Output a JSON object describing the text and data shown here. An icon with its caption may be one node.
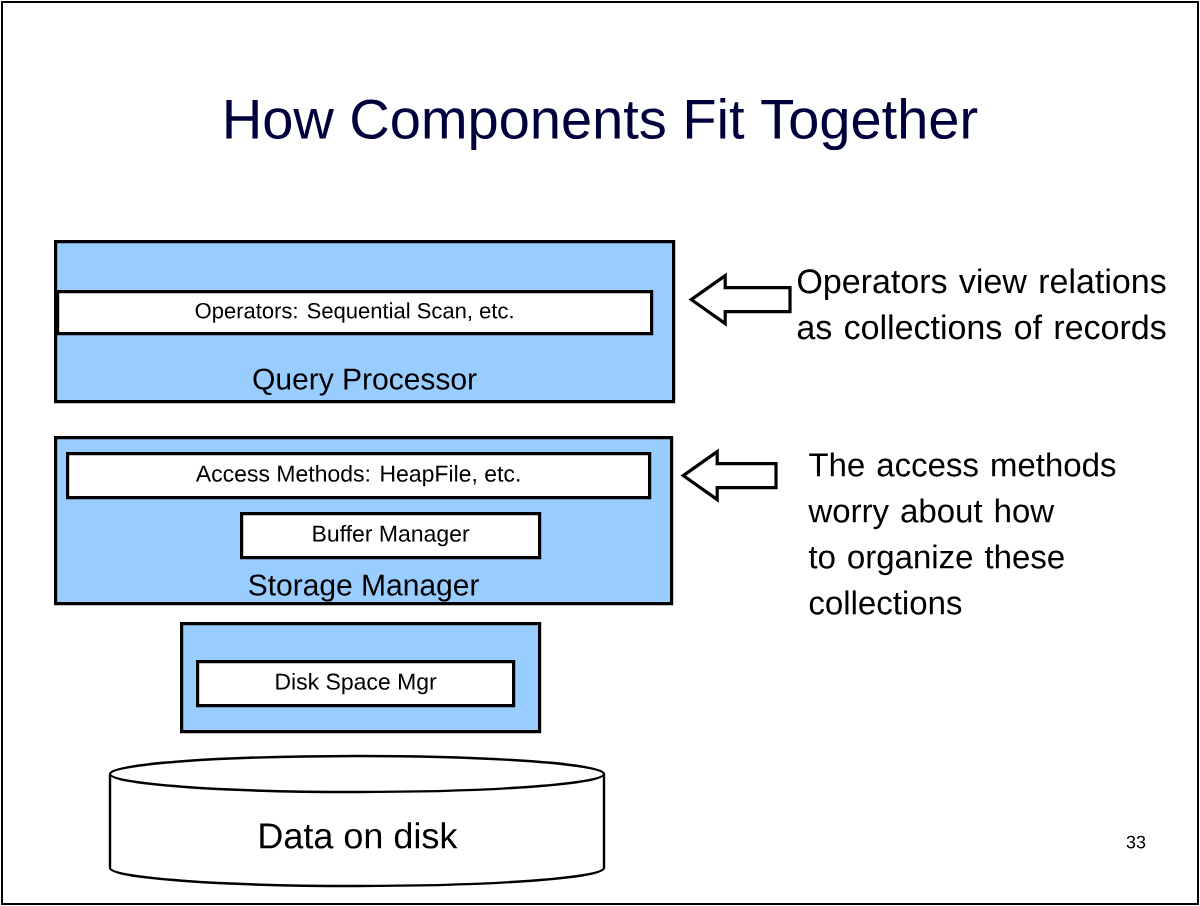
{
  "diagram": {
    "title": "How Components Fit Together",
    "nodes": [
      {
        "text": [
          "Query Processor"
        ]
      },
      {
        "text": [
          "Operators: Sequential Scan, etc."
        ],
        "in": 0
      },
      {
        "text": [
          "Storage Manager"
        ]
      },
      {
        "text": [
          "Access Methods: HeapFile, etc."
        ],
        "in": 2
      },
      {
        "text": [
          "Buffer Manager"
        ],
        "in": 2
      },
      {
        "text": [],
        "shape": "box"
      },
      {
        "text": [
          "Disk Space Mgr"
        ],
        "in": 5
      },
      {
        "text": [
          "Data on disk"
        ]
      },
      {
        "text": [
          "Operators view relations as collections of records"
        ]
      },
      {
        "text": [
          "The access methods worry about how to organize these collections"
        ]
      }
    ],
    "edges": [
      {
        "from": 8,
        "to": 0,
        "arrow": "to"
      },
      {
        "from": 9,
        "to": 2,
        "arrow": "to"
      }
    ],
    "labels": [
      "33"
    ]
  }
}
